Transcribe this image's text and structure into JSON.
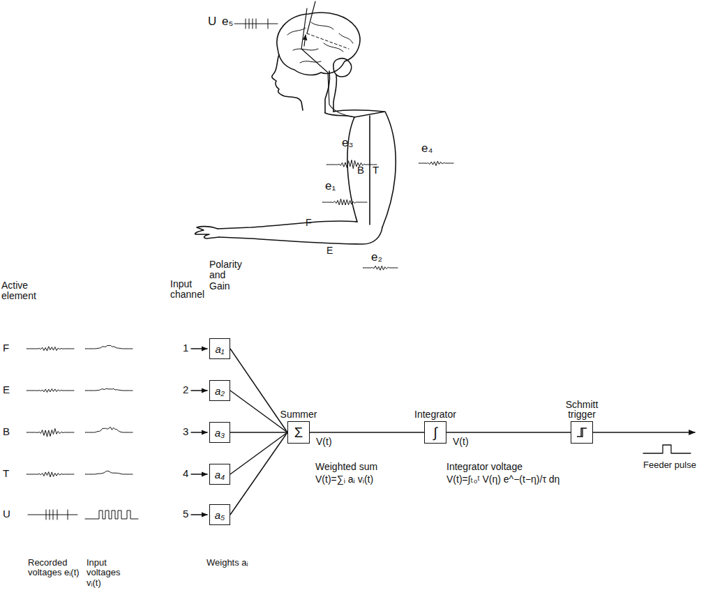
{
  "diagram": {
    "nodes": [
      {
        "text": [
          "a₁"
        ]
      },
      {
        "text": [
          "a₂"
        ]
      },
      {
        "text": [
          "a₃"
        ]
      },
      {
        "text": [
          "a₄"
        ]
      },
      {
        "text": [
          "a₅"
        ]
      },
      {
        "text": [
          "Summer",
          "Σ"
        ]
      },
      {
        "text": [
          "Integrator",
          "∫"
        ]
      },
      {
        "text": [
          "Schmitt trigger"
        ]
      }
    ],
    "edges": [
      {
        "from": 0,
        "to": 5,
        "arrow": "none"
      },
      {
        "from": 1,
        "to": 5,
        "arrow": "none"
      },
      {
        "from": 2,
        "to": 5,
        "arrow": "none"
      },
      {
        "from": 3,
        "to": 5,
        "arrow": "none"
      },
      {
        "from": 4,
        "to": 5,
        "arrow": "none"
      },
      {
        "from": 5,
        "to": 6,
        "label": "V(t)",
        "arrow": "none"
      },
      {
        "from": 6,
        "to": 7,
        "label": "V(t)",
        "arrow": "none"
      }
    ],
    "labels": [
      "U",
      "e₅",
      "e₃",
      "B",
      "T",
      "e₄",
      "e₁",
      "F",
      "E",
      "e₂",
      "Active element",
      "F",
      "E",
      "B",
      "T",
      "U",
      "Input channel",
      "1",
      "2",
      "3",
      "4",
      "5",
      "Polarity and Gain",
      "Weighted sum",
      "V(t)=∑ᵢ aᵢ vᵢ(t)",
      "Integrator voltage",
      "V(t)=∫ₜ₀ᵗ V(η) e^−(t−η)/τ dη",
      "Feeder pulse",
      "Recorded voltages eᵢ(t)",
      "Input voltages vᵢ(t)",
      "Weights aᵢ"
    ]
  }
}
